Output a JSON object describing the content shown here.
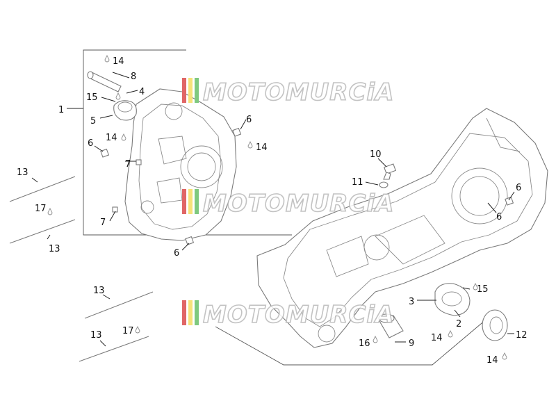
{
  "watermark": {
    "text": "MOTOMURCiA",
    "stripe_colors": [
      "#e06666",
      "#f6e27a",
      "#7fc97f"
    ]
  },
  "labels": {
    "c1": "1",
    "c2": "2",
    "c3": "3",
    "c4": "4",
    "c5": "5",
    "c6a": "6",
    "c6b": "6",
    "c6c": "6",
    "c6d": "6",
    "c6e": "6",
    "c7a": "7",
    "c7b": "7",
    "c8": "8",
    "c9": "9",
    "c10": "10",
    "c11": "11",
    "c12": "12",
    "c13a": "13",
    "c13b": "13",
    "c13c": "13",
    "c13d": "13",
    "c14a": "14",
    "c14b": "14",
    "c14c": "14",
    "c14d": "14",
    "c14e": "14",
    "c15a": "15",
    "c15b": "15",
    "c16": "16",
    "c17a": "17",
    "c17b": "17"
  }
}
